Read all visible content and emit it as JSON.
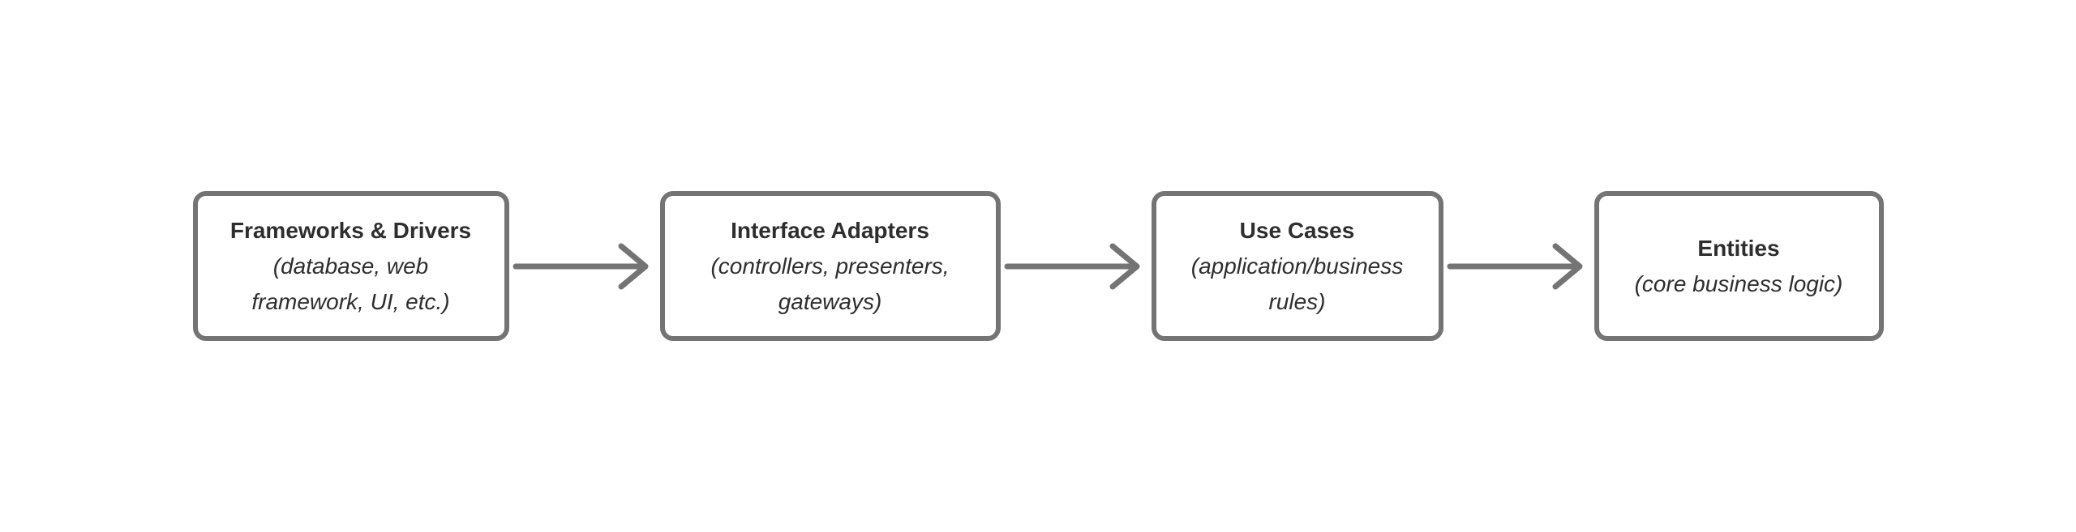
{
  "page": {
    "background": "#ffffff"
  },
  "diagram": {
    "type": "flow",
    "direction": "left-to-right",
    "colors": {
      "box_border": "#747474",
      "box_background": "#ffffff",
      "arrow": "#747474",
      "text": "#2e2e2e"
    },
    "boxes": [
      {
        "id": "frameworks-drivers",
        "title": "Frameworks & Drivers",
        "subtitle": "(database, web framework, UI, etc.)",
        "subtitle_lines": [
          "(database, web",
          "framework, UI, etc.)"
        ]
      },
      {
        "id": "interface-adapters",
        "title": "Interface Adapters",
        "subtitle": "(controllers, presenters, gateways)",
        "subtitle_lines": [
          "(controllers, presenters,",
          "gateways)"
        ]
      },
      {
        "id": "use-cases",
        "title": "Use Cases",
        "subtitle": "(application/business rules)",
        "subtitle_lines": [
          "(application/business",
          "rules)"
        ]
      },
      {
        "id": "entities",
        "title": "Entities",
        "subtitle": "(core business logic)",
        "subtitle_lines": [
          "(core business logic)"
        ]
      }
    ],
    "connections": [
      {
        "from": "frameworks-drivers",
        "to": "interface-adapters"
      },
      {
        "from": "interface-adapters",
        "to": "use-cases"
      },
      {
        "from": "use-cases",
        "to": "entities"
      }
    ]
  }
}
